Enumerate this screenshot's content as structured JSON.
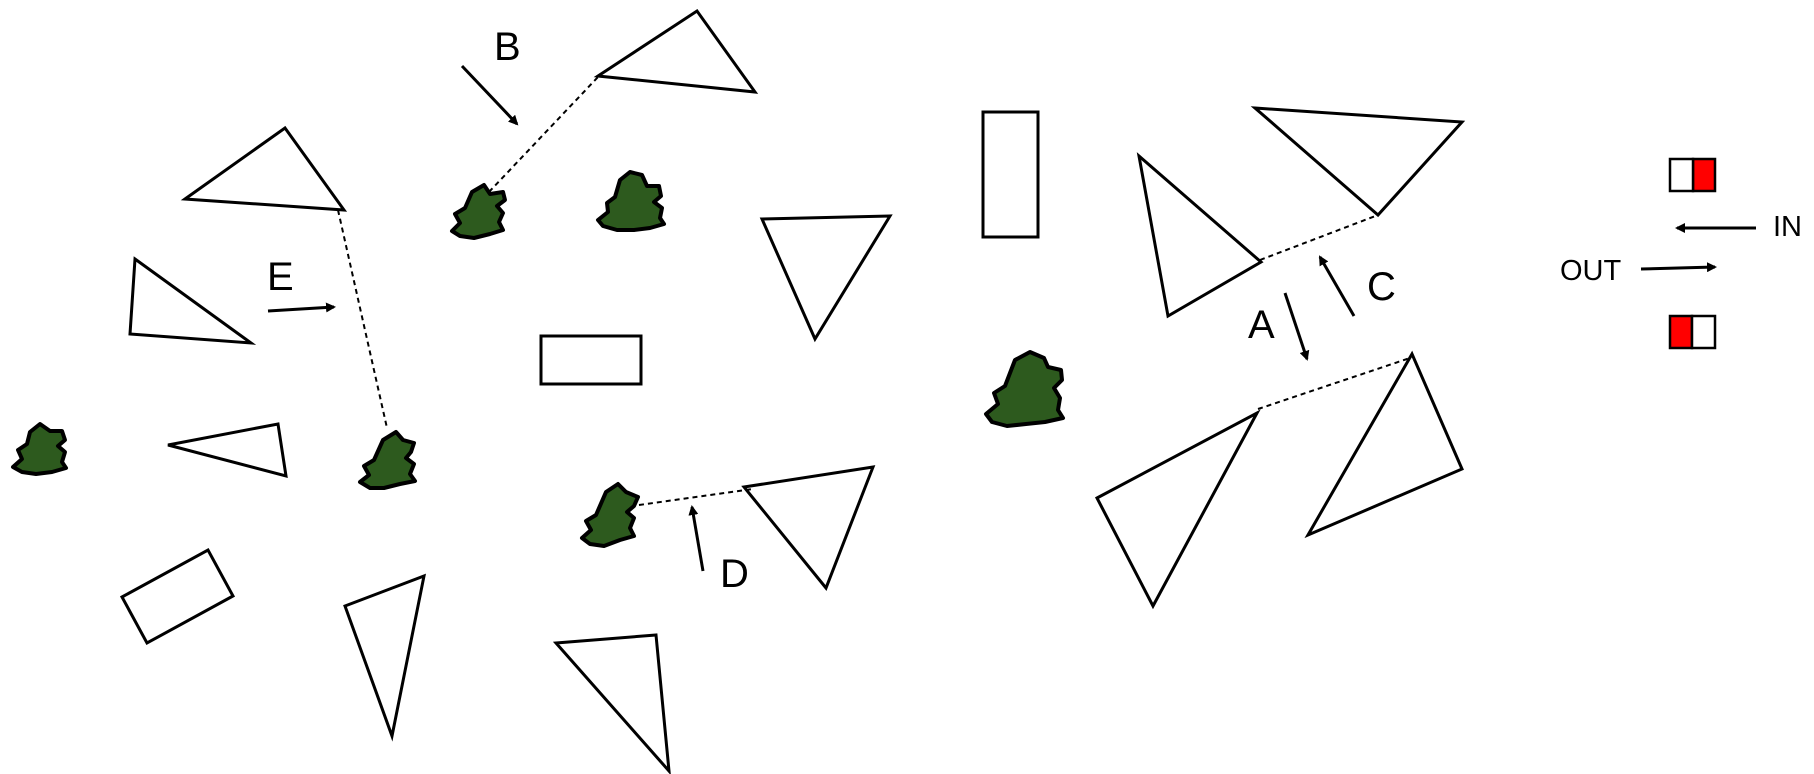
{
  "labels": {
    "A": "A",
    "B": "B",
    "C": "C",
    "D": "D",
    "E": "E"
  },
  "legend": {
    "in_label": "IN",
    "out_label": "OUT",
    "fill_color": "#ff0000"
  },
  "colors": {
    "bush_fill": "#2d5a1e",
    "stroke": "#000000"
  }
}
